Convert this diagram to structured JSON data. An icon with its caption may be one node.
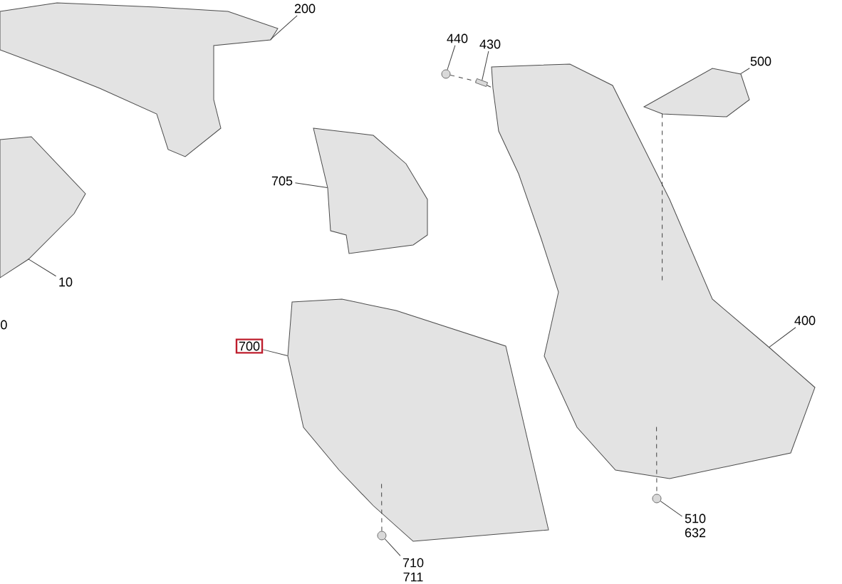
{
  "diagram": {
    "nodes": [
      {
        "text": [
          "200"
        ]
      },
      {
        "text": [],
        "shape": "picture"
      },
      {
        "text": [
          "440"
        ]
      },
      {
        "text": [],
        "shape": "circle"
      },
      {
        "text": [
          "430"
        ]
      },
      {
        "text": [],
        "shape": "box"
      },
      {
        "text": [
          "500"
        ]
      },
      {
        "text": [],
        "shape": "picture"
      },
      {
        "text": [
          "705"
        ]
      },
      {
        "text": [],
        "shape": "picture"
      },
      {
        "text": [
          "10"
        ]
      },
      {
        "text": [],
        "shape": "picture"
      },
      {
        "text": [
          "700"
        ]
      },
      {
        "text": [],
        "shape": "picture"
      },
      {
        "text": [
          "400"
        ]
      },
      {
        "text": [],
        "shape": "picture"
      },
      {
        "text": [
          "710",
          "711"
        ]
      },
      {
        "text": [],
        "shape": "circle"
      },
      {
        "text": [
          "510",
          "632"
        ]
      },
      {
        "text": [],
        "shape": "circle"
      }
    ],
    "edges": [
      {
        "from": 0,
        "to": 1,
        "arrow": "none"
      },
      {
        "from": 2,
        "to": 3,
        "arrow": "none"
      },
      {
        "from": 4,
        "to": 5,
        "arrow": "none"
      },
      {
        "from": 6,
        "to": 7,
        "arrow": "none"
      },
      {
        "from": 8,
        "to": 9,
        "arrow": "none"
      },
      {
        "from": 10,
        "to": 11,
        "arrow": "none"
      },
      {
        "from": 12,
        "to": 13,
        "arrow": "none"
      },
      {
        "from": 14,
        "to": 15,
        "arrow": "none"
      },
      {
        "from": 16,
        "to": 17,
        "arrow": "none"
      },
      {
        "from": 18,
        "to": 19,
        "arrow": "none"
      },
      {
        "from": 3,
        "to": 5,
        "arrow": "none",
        "style": "dashed"
      },
      {
        "from": 5,
        "to": 15,
        "arrow": "none",
        "style": "dashed"
      },
      {
        "from": 7,
        "to": 15,
        "arrow": "none",
        "style": "dashed"
      },
      {
        "from": 13,
        "to": 17,
        "arrow": "none",
        "style": "dashed"
      },
      {
        "from": 15,
        "to": 19,
        "arrow": "none",
        "style": "dashed"
      }
    ],
    "labels": [
      "0"
    ]
  }
}
